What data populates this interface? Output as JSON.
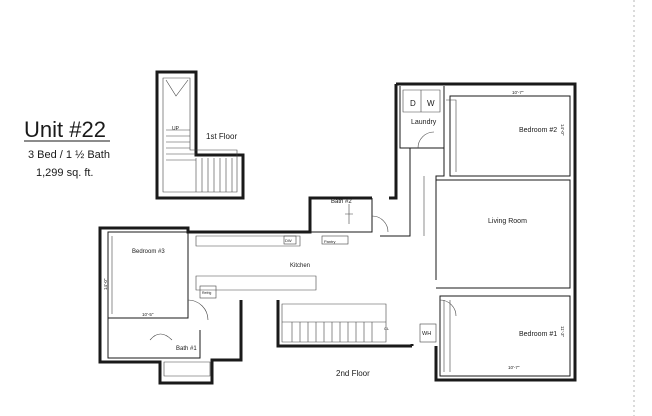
{
  "unit": {
    "title": "Unit #22",
    "beds_baths": "3 Bed / 1 ½ Bath",
    "area": "1,299 sq. ft."
  },
  "floors": {
    "first": "1st Floor",
    "second": "2nd Floor"
  },
  "rooms": {
    "laundry": "Laundry",
    "dryer": "D",
    "washer": "W",
    "bedroom2": "Bedroom #2",
    "bath2": "Bath #2",
    "living_room": "Living Room",
    "bedroom3": "Bedroom #3",
    "kitchen": "Kitchen",
    "pantry": "Pantry",
    "refrig": "Refrig",
    "bath1": "Bath #1",
    "bedroom1": "Bedroom #1",
    "water_heater": "WH",
    "up": "UP",
    "dw": "DW",
    "closet": "CL"
  },
  "dimensions": {
    "bedroom2_width": "10'-7\"",
    "bedroom2_depth": "14'-0\"",
    "bedroom3_width": "10'-5\"",
    "bedroom3_depth": "14'-0\"",
    "bedroom1_width": "10'-7\"",
    "bedroom1_depth": "11'-3\""
  }
}
